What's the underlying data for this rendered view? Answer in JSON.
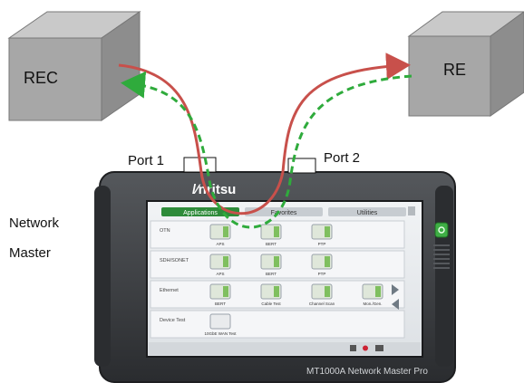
{
  "nodes": {
    "rec": "REC",
    "re": "RE",
    "port1": "Port 1",
    "port2": "Port 2",
    "device_label_line1": "Network",
    "device_label_line2": "Master"
  },
  "device": {
    "brand": "/∕nritsu",
    "model": "MT1000A Network Master Pro",
    "tabs": [
      "Applications",
      "Favorites",
      "Utilities"
    ],
    "rows": [
      {
        "name": "OTN",
        "apps": [
          "APS",
          "BERT",
          "PTP"
        ]
      },
      {
        "name": "SDH/SONET",
        "apps": [
          "APS",
          "BERT",
          "PTP"
        ]
      },
      {
        "name": "Ethernet",
        "apps": [
          "BERT",
          "Cable Test",
          "Channel Scan",
          "Mon./Gen."
        ]
      },
      {
        "name": "Device Test",
        "apps": [
          "10GbE WAN Test"
        ]
      }
    ]
  },
  "colors": {
    "box_front": "#a7a7a7",
    "box_top": "#c9c9c9",
    "box_side": "#8d8d8d",
    "tx_line": "#c8504b",
    "rx_line": "#2fab3c",
    "device_body": "#3b3d40",
    "screen_bg": "#e8ebee",
    "tab_active": "#2e8b3a"
  }
}
